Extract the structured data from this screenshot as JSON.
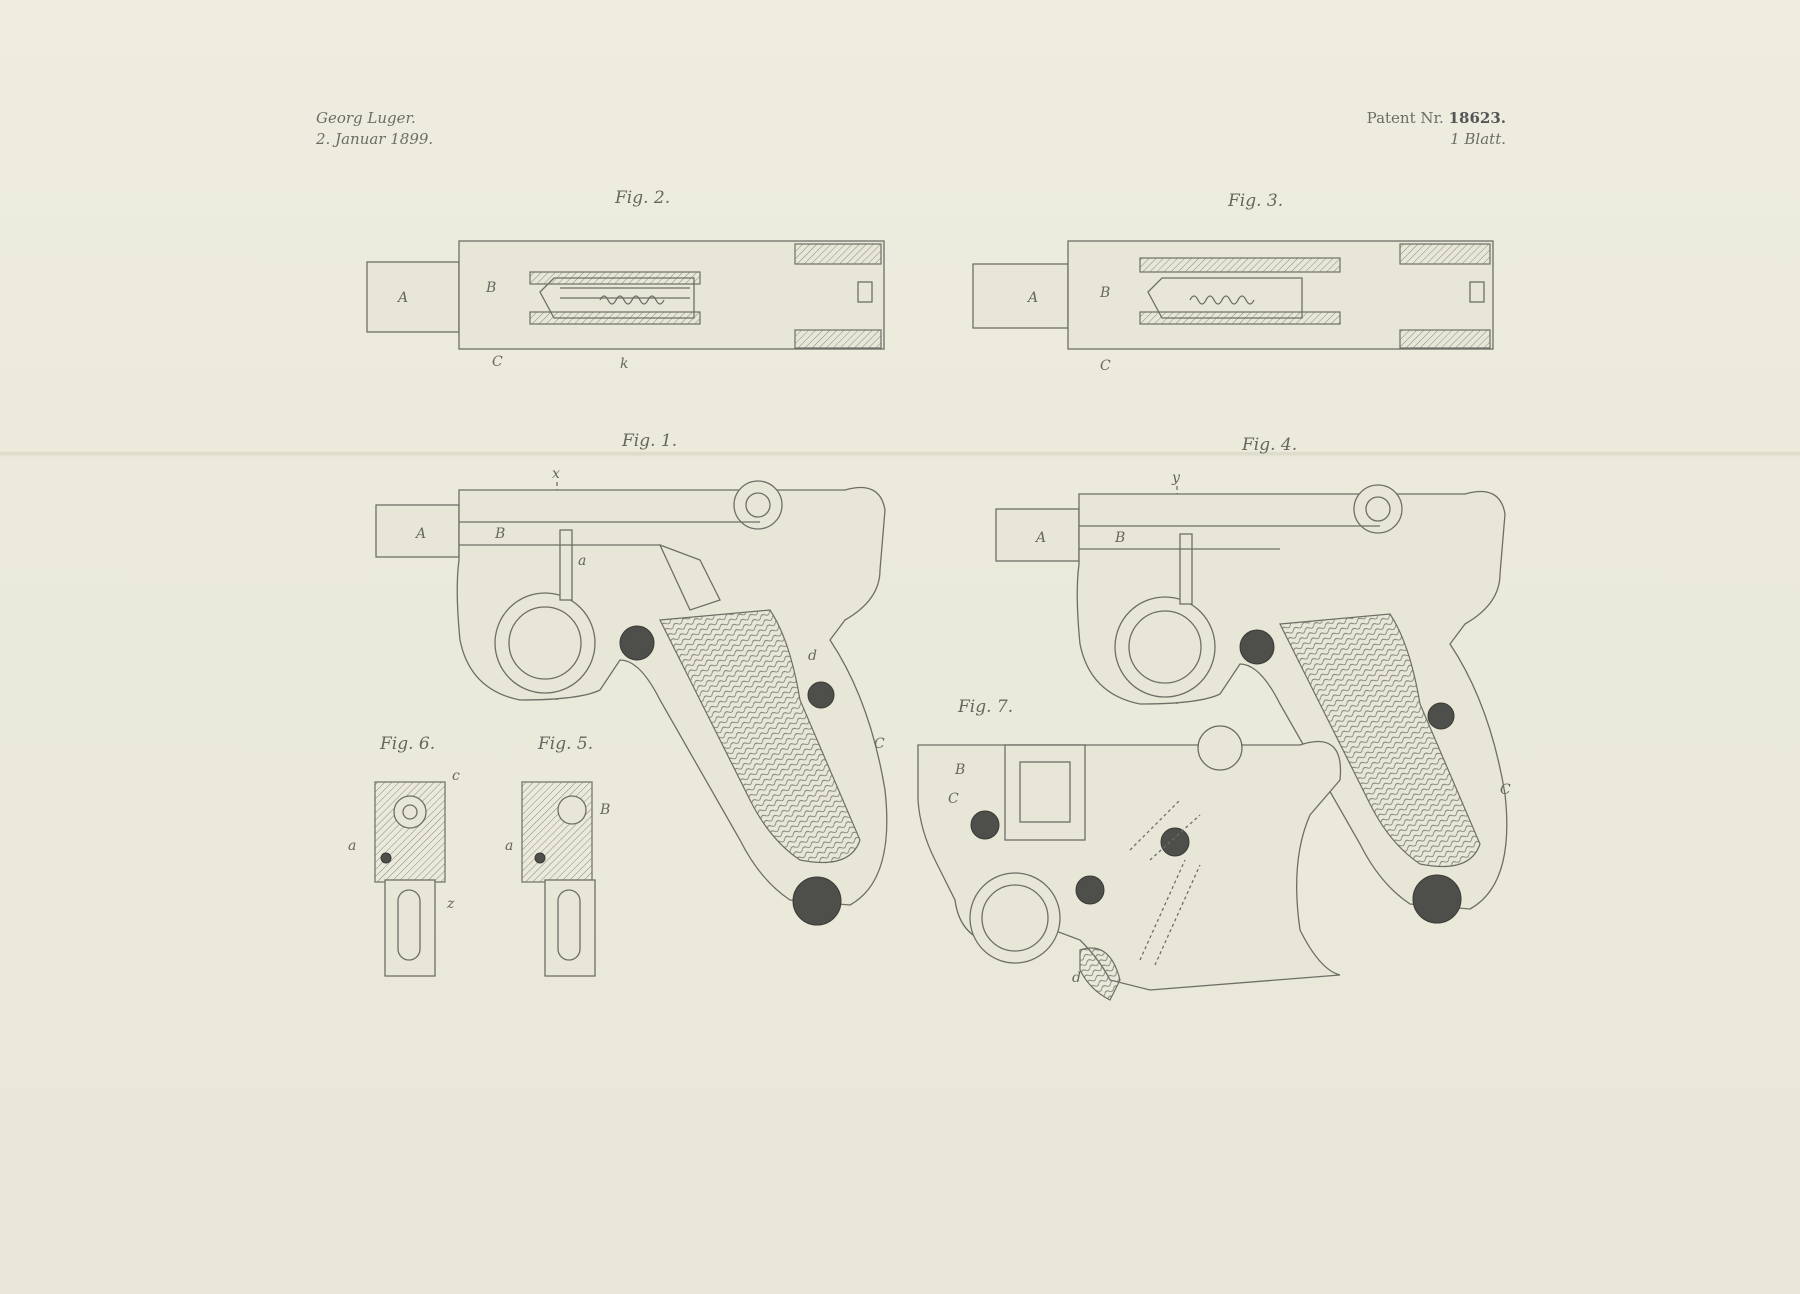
{
  "header": {
    "inventor": "Georg Luger.",
    "date": "2. Januar 1899.",
    "patent_prefix": "Patent Nr.",
    "patent_number": "18623.",
    "sheet": "1 Blatt."
  },
  "figures": {
    "fig1": "Fig. 1.",
    "fig2": "Fig. 2.",
    "fig3": "Fig. 3.",
    "fig4": "Fig. 4.",
    "fig5": "Fig. 5.",
    "fig6": "Fig. 6.",
    "fig7": "Fig. 7."
  },
  "labels": {
    "A": "A",
    "B": "B",
    "C": "C",
    "x": "x",
    "y": "y",
    "a": "a",
    "c": "c",
    "k": "k",
    "z": "z",
    "d": "d"
  }
}
